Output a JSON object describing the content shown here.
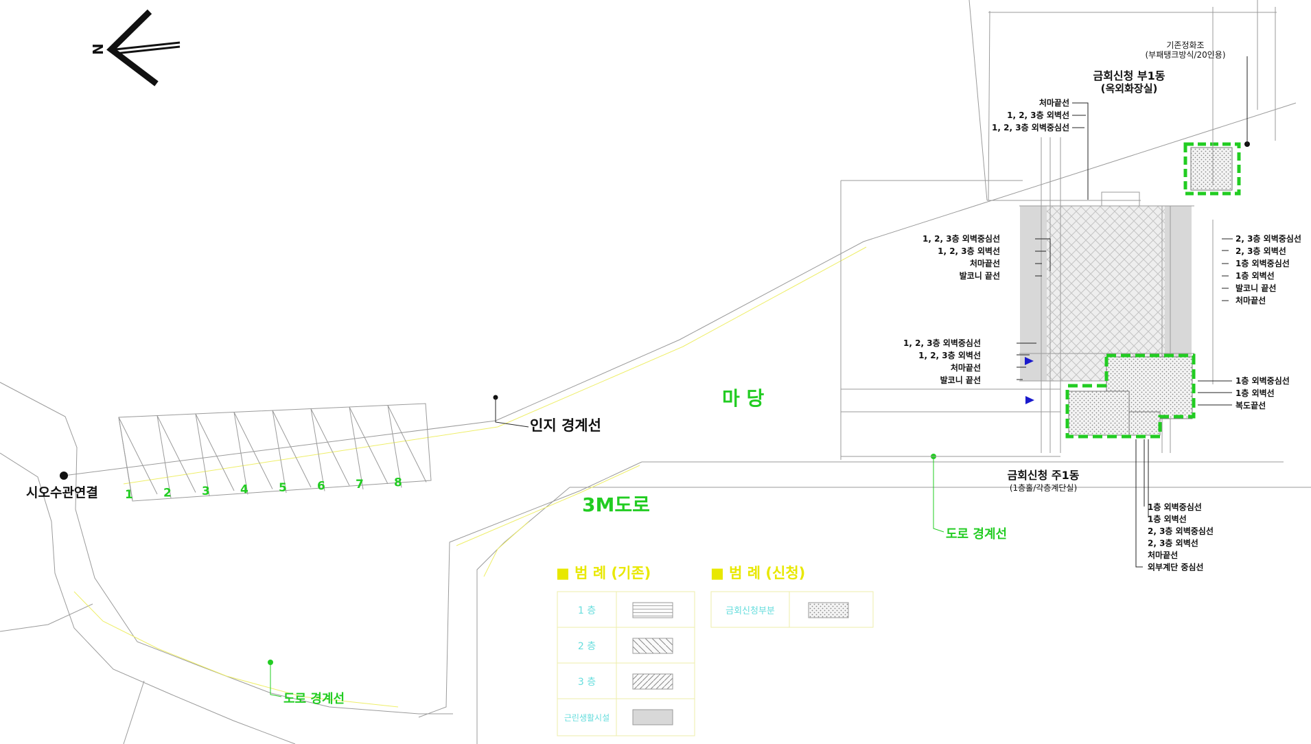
{
  "north_arrow": {
    "letter": "N"
  },
  "site": {
    "water_connection": "시오수관연결",
    "boundary_label": "인지 경계선",
    "yard_label": "마 당",
    "road_label": "3M도로",
    "road_boundary_1": "도로 경계선",
    "road_boundary_2": "도로 경계선",
    "parking_numbers": [
      "1",
      "2",
      "3",
      "4",
      "5",
      "6",
      "7",
      "8"
    ]
  },
  "annex": {
    "title": "금회신청 부1동",
    "subtitle": "(옥외화장실)",
    "septic_title": "기존정화조",
    "septic_subtitle": "(부패탱크방식/20인용)",
    "labels": [
      "처마끝선",
      "1, 2, 3층 외벽선",
      "1, 2, 3층 외벽중심선"
    ]
  },
  "main_building": {
    "title": "금회신청 주1동",
    "subtitle": "(1층홀/각층계단실)",
    "left_upper_labels": [
      "1, 2, 3층 외벽중심선",
      "1, 2, 3층 외벽선",
      "처마끝선",
      "발코니 끝선"
    ],
    "left_lower_labels": [
      "1, 2, 3층 외벽중심선",
      "1, 2, 3층 외벽선",
      "처마끝선",
      "발코니 끝선"
    ],
    "right_upper_labels": [
      "2, 3층 외벽중심선",
      "2, 3층 외벽선",
      "1층 외벽중심선",
      "1층 외벽선",
      "발코니 끝선",
      "처마끝선"
    ],
    "right_lower_labels": [
      "1층 외벽중심선",
      "1층 외벽선",
      "복도끝선"
    ],
    "bottom_labels": [
      "1층 외벽중심선",
      "1층 외벽선",
      "2, 3층 외벽중심선",
      "2, 3층 외벽선",
      "처마끝선",
      "외부계단 중심선"
    ]
  },
  "legend": {
    "existing_title": "■ 범 례 (기존)",
    "new_title": "■ 범 례 (신청)",
    "existing_rows": [
      "1 층",
      "2 층",
      "3 층",
      "근린생활시설"
    ],
    "new_rows": [
      "금회신청부분"
    ]
  },
  "colors": {
    "label_green": "#22cc22",
    "legend_yellow": "#e8e800",
    "legend_cyan": "#66dddd",
    "dashed_green": "#22cc22",
    "pointer_blue": "#1a1acc"
  }
}
